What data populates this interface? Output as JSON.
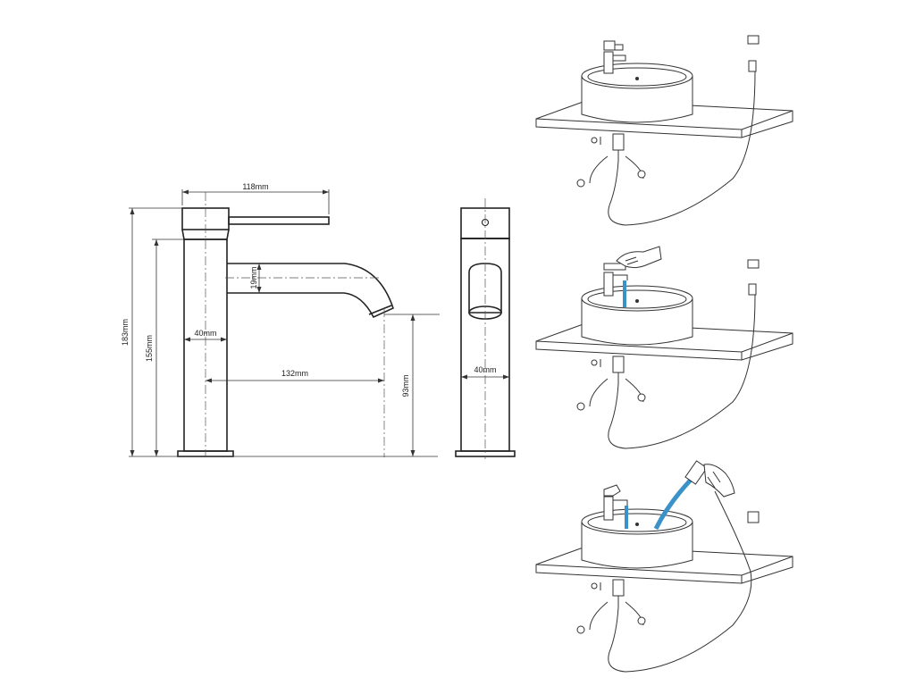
{
  "dimensions": {
    "total_height": "183mm",
    "body_height": "155mm",
    "handle_length": "118mm",
    "body_width": "40mm",
    "spout_reach": "132mm",
    "spout_diameter": "19mm",
    "spout_height": "93mm",
    "side_width": "40mm"
  },
  "panels": [
    {
      "name": "basin-panel-idle"
    },
    {
      "name": "basin-panel-faucet-on"
    },
    {
      "name": "basin-panel-spray-on"
    }
  ]
}
